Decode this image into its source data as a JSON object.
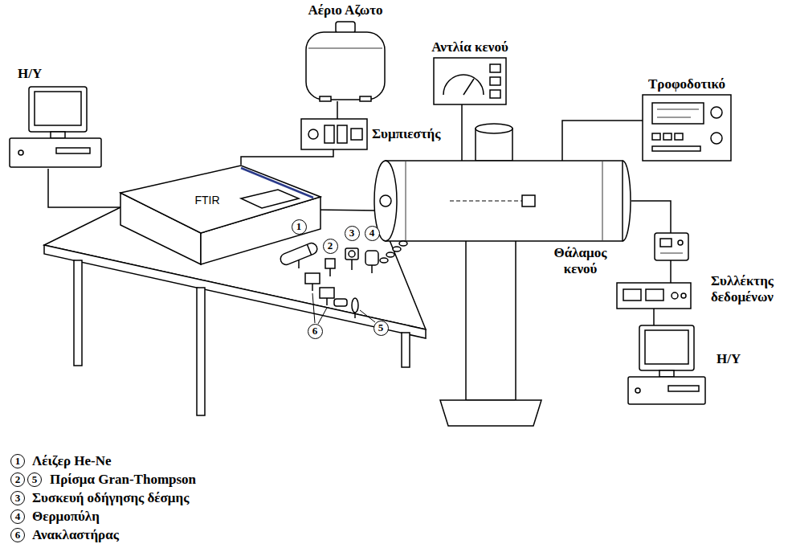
{
  "diagram": {
    "nodes": [
      {
        "text": [
          "Αέριο Αζωτο"
        ]
      },
      {
        "text": [
          "Συμπιεστής"
        ]
      },
      {
        "text": [
          "Η/Υ"
        ]
      },
      {
        "text": [
          "FTIR"
        ]
      },
      {
        "text": [
          "Αντλία κενού"
        ]
      },
      {
        "text": [
          "Τροφοδοτικό"
        ]
      },
      {
        "text": [
          "Θάλαμος κενού"
        ]
      },
      {
        "text": [
          "Συλλέκτης δεδομένων"
        ]
      },
      {
        "text": [
          "Η/Υ"
        ]
      }
    ],
    "edges": [
      {
        "from": 0,
        "to": 1,
        "arrow": "none"
      },
      {
        "from": 1,
        "to": 3,
        "arrow": "none"
      },
      {
        "from": 2,
        "to": 3,
        "arrow": "none"
      },
      {
        "from": 4,
        "to": 6,
        "arrow": "none"
      },
      {
        "from": 5,
        "to": 6,
        "arrow": "none"
      },
      {
        "from": 6,
        "to": 7,
        "arrow": "none"
      },
      {
        "from": 7,
        "to": 8,
        "arrow": "none"
      }
    ],
    "labels": [
      "1",
      "2",
      "3",
      "4",
      "5",
      "6",
      "1",
      "Λέιζερ He-Ne",
      "2",
      "5",
      "Πρίσμα Gran-Thompson",
      "3",
      "Συσκευή οδήγησης δέσμης",
      "4",
      "Θερμοπύλη",
      "6",
      "Ανακλαστήρας"
    ]
  }
}
